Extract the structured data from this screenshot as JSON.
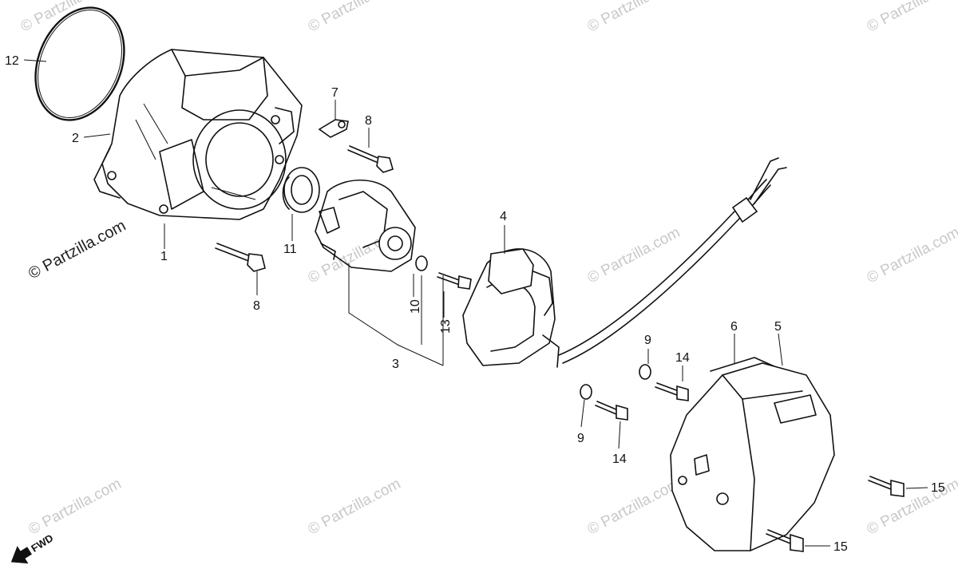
{
  "watermark": {
    "text": "© Partzilla.com"
  },
  "fwd": {
    "label": "FWD"
  },
  "callouts": {
    "c1": "1",
    "c2": "2",
    "c3": "3",
    "c4": "4",
    "c5": "5",
    "c6": "6",
    "c7": "7",
    "c8a": "8",
    "c8b": "8",
    "c9a": "9",
    "c9b": "9",
    "c10": "10",
    "c11": "11",
    "c12": "12",
    "c13": "13",
    "c14a": "14",
    "c14b": "14",
    "c15a": "15",
    "c15b": "15"
  }
}
